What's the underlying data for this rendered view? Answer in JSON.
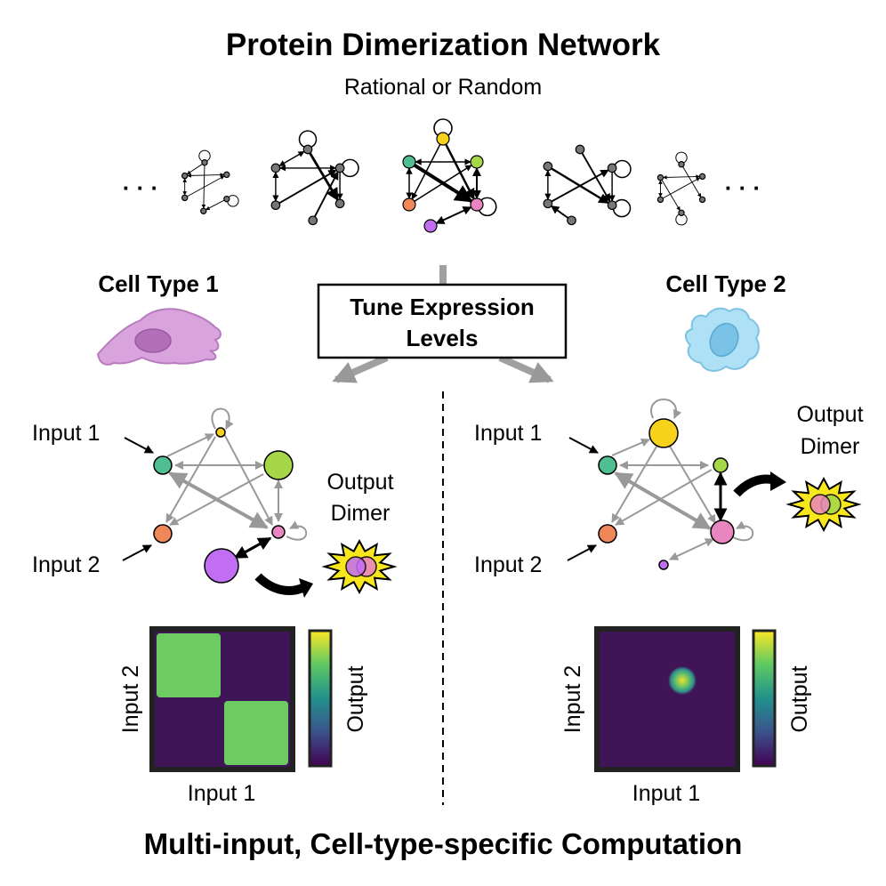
{
  "title": "Protein Dimerization Network",
  "subtitle": "Rational or Random",
  "ellipsis": "· · ·",
  "tune_box": {
    "line1": "Tune Expression",
    "line2": "Levels"
  },
  "footer": "Multi-input, Cell-type-specific Computation",
  "colors": {
    "node_gray": "#777777",
    "yellow": "#f6d21d",
    "teal": "#4fbf91",
    "green": "#a6d749",
    "orange": "#f08758",
    "pink": "#ea86bf",
    "purple": "#c16ef3",
    "cell1": "#d8a2dc",
    "cell2": "#aee0f6",
    "dimer_star": "#f8e71c",
    "heatmap_low": "#3f1557",
    "heatmap_high": "#6ccb62"
  },
  "cell_type_1": {
    "label": "Cell Type 1",
    "input1_label": "Input 1",
    "input2_label": "Input 2",
    "output_label_1": "Output",
    "output_label_2": "Dimer",
    "heatmap": {
      "xlabel": "Input 1",
      "ylabel": "Input 2",
      "colorbar_label": "Output"
    }
  },
  "cell_type_2": {
    "label": "Cell Type 2",
    "input1_label": "Input 1",
    "input2_label": "Input 2",
    "output_label_1": "Output",
    "output_label_2": "Dimer",
    "heatmap": {
      "xlabel": "Input 1",
      "ylabel": "Input 2",
      "colorbar_label": "Output"
    }
  }
}
